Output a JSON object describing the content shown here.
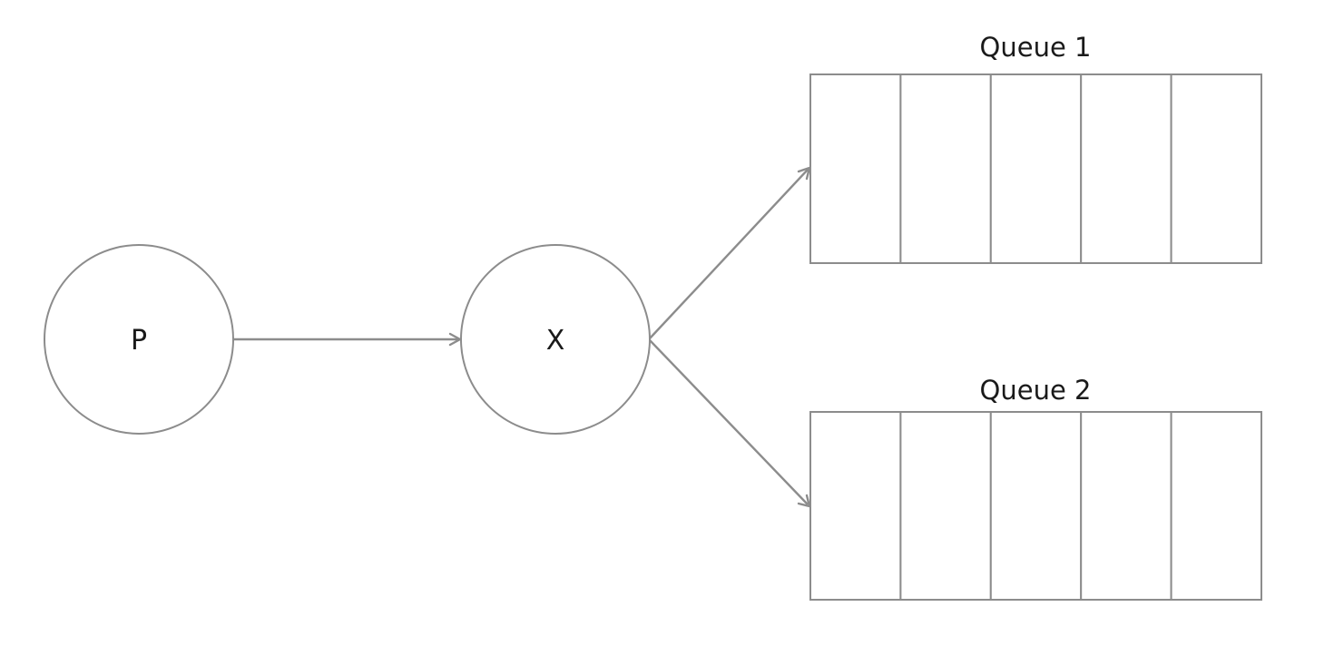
{
  "nodes": {
    "producer": {
      "label": "P"
    },
    "exchange": {
      "label": "X"
    }
  },
  "queues": [
    {
      "title": "Queue 1",
      "slot_count": 5
    },
    {
      "title": "Queue 2",
      "slot_count": 5
    }
  ],
  "edges": [
    {
      "from": "P",
      "to": "X"
    },
    {
      "from": "X",
      "to": "Queue 1"
    },
    {
      "from": "X",
      "to": "Queue 2"
    }
  ]
}
